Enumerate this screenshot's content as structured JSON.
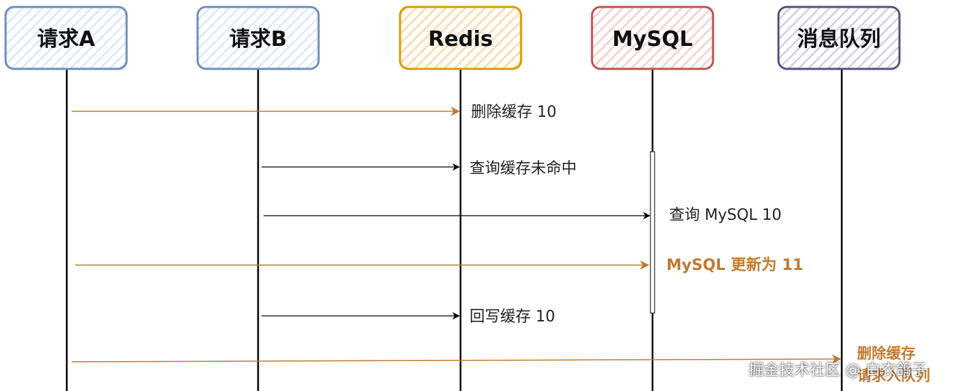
{
  "participants": [
    {
      "id": "req-a",
      "label": "请求A",
      "stroke": "#6c8ebf",
      "fill": "#dae8fc"
    },
    {
      "id": "req-b",
      "label": "请求B",
      "stroke": "#6c8ebf",
      "fill": "#dae8fc"
    },
    {
      "id": "redis",
      "label": "Redis",
      "stroke": "#d79b00",
      "fill": "#ffe6cc"
    },
    {
      "id": "mysql",
      "label": "MySQL",
      "stroke": "#b85450",
      "fill": "#f8cecc"
    },
    {
      "id": "mq",
      "label": "消息队列",
      "stroke": "#56517e",
      "fill": "#d0cee2"
    }
  ],
  "messages": [
    {
      "from": "req-a",
      "to": "redis",
      "label": "删除缓存 10",
      "color": "#c07a30",
      "label_color": "#222222"
    },
    {
      "from": "req-b",
      "to": "redis",
      "label": "查询缓存未命中",
      "color": "#000000",
      "label_color": "#222222"
    },
    {
      "from": "req-b",
      "to": "mysql",
      "label": "查询 MySQL 10",
      "color": "#000000",
      "label_color": "#222222"
    },
    {
      "from": "req-a",
      "to": "mysql",
      "label": "MySQL 更新为 11",
      "color": "#c07a30",
      "label_color": "#c07a30"
    },
    {
      "from": "req-b",
      "to": "redis",
      "label": "回写缓存 10",
      "color": "#000000",
      "label_color": "#222222"
    },
    {
      "from": "req-a",
      "to": "mq",
      "label": "删除缓存",
      "label2": "请求入队列",
      "color": "#c07a30",
      "label_color": "#c07a30"
    }
  ],
  "watermark": "掘金技术社区 @ 白衣鸽子"
}
